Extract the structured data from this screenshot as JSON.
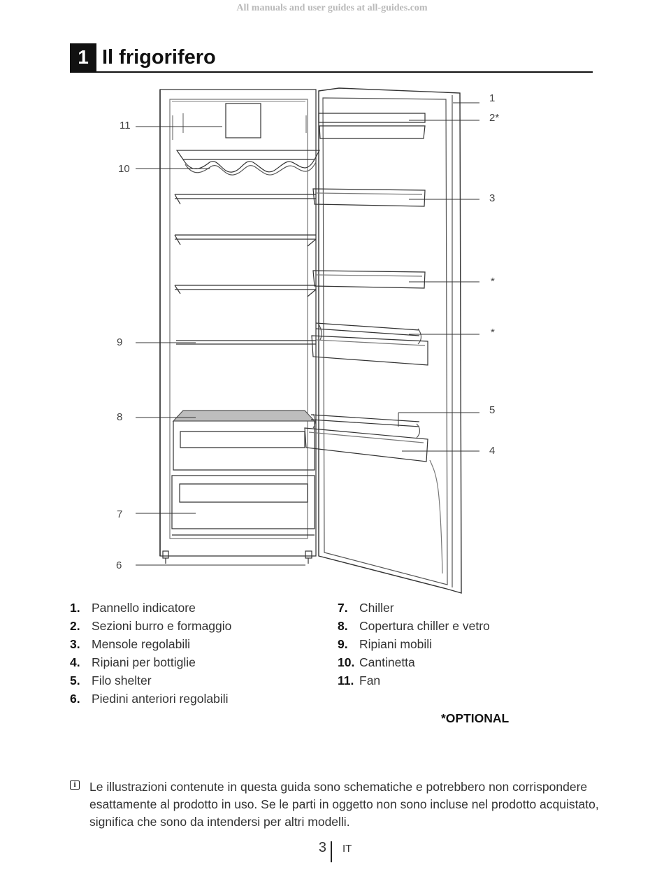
{
  "watermark": "All manuals and user guides at all-guides.com",
  "section": {
    "number": "1",
    "title": "Il frigorifero"
  },
  "diagram": {
    "callouts_right": [
      "1",
      "2*",
      "3",
      "*",
      "*",
      "5",
      "4"
    ],
    "callouts_left": [
      "11",
      "10",
      "9",
      "8",
      "7",
      "6"
    ]
  },
  "parts_left": [
    {
      "num": "1.",
      "label": "Pannello indicatore"
    },
    {
      "num": "2.",
      "label": "Sezioni burro e formaggio"
    },
    {
      "num": "3.",
      "label": "Mensole regolabili"
    },
    {
      "num": "4.",
      "label": "Ripiani per bottiglie"
    },
    {
      "num": "5.",
      "label": "Filo shelter"
    },
    {
      "num": "6.",
      "label": "Piedini anteriori regolabili"
    }
  ],
  "parts_right": [
    {
      "num": "7.",
      "label": "Chiller"
    },
    {
      "num": "8.",
      "label": "Copertura chiller e vetro"
    },
    {
      "num": "9.",
      "label": "Ripiani mobili"
    },
    {
      "num": "10.",
      "label": "Cantinetta"
    },
    {
      "num": "11.",
      "label": "Fan"
    }
  ],
  "optional_note": "*OPTIONAL",
  "note": {
    "icon": "info-icon",
    "text": "Le illustrazioni contenute in questa guida sono schematiche e potrebbero non corrispondere esattamente al prodotto in uso. Se le parti in oggetto non sono incluse nel prodotto acquistato, significa che sono da intendersi per altri modelli."
  },
  "footer": {
    "page": "3",
    "lang": "IT"
  }
}
